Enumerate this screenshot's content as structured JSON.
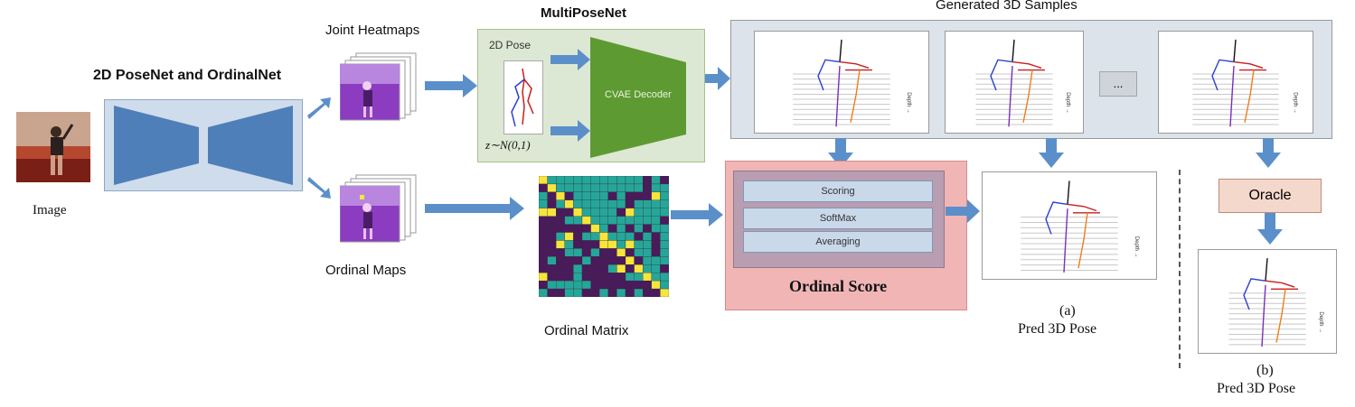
{
  "labels": {
    "image": "Image",
    "posenet": "2D PoseNet and OrdinalNet",
    "joint_heatmaps": "Joint Heatmaps",
    "ordinal_maps": "Ordinal Maps",
    "multiposenet": "MultiPoseNet",
    "pose2d": "2D Pose",
    "cvae_decoder": "CVAE Decoder",
    "z_dist": "z∼N(0,1)",
    "generated": "Generated 3D Samples",
    "ellipsis": "...",
    "ordinal_matrix": "Ordinal Matrix",
    "stages": [
      "Scoring",
      "SoftMax",
      "Averaging"
    ],
    "ordinal_score": "Ordinal Score",
    "pred_a_letter": "(a)",
    "pred_a": "Pred 3D Pose",
    "oracle": "Oracle",
    "pred_b_letter": "(b)",
    "pred_b": "Pred 3D Pose",
    "depth_axis": "Depth →"
  },
  "colors": {
    "arrow": "#5b8fc9",
    "encoder_bg": "#cfdcec",
    "trapezoid": "#4f7fb8",
    "multipose_bg": "#dce8d3",
    "decoder": "#5e9a32",
    "generated_bg": "#dde3ea",
    "score_bg": "#f1b5b5",
    "score_inner": "#b99db0",
    "oracle_bg": "#f4d8cc",
    "matrix_teal": "#26a69a",
    "matrix_purple": "#4a1a5c",
    "matrix_yellow": "#f7e53b",
    "skeleton_blue": "#2b3fd1",
    "skeleton_purple": "#7a2fb8",
    "skeleton_orange": "#ef7d1a",
    "skeleton_red": "#c81e1e"
  }
}
